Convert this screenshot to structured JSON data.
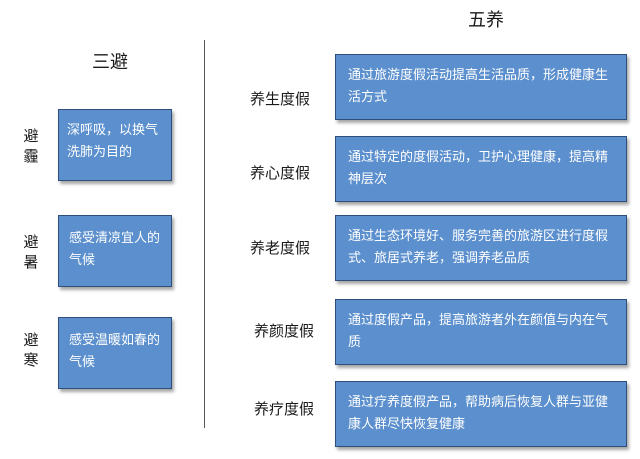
{
  "left": {
    "title": "三避",
    "items": [
      {
        "label": "避霾",
        "text": "深呼吸，以换气洗肺为目的"
      },
      {
        "label": "避暑",
        "text": "感受清凉宜人的气候"
      },
      {
        "label": "避寒",
        "text": "感受温暖如春的气候"
      }
    ]
  },
  "right": {
    "title": "五养",
    "items": [
      {
        "label": "养生度假",
        "text": "通过旅游度假活动提高生活品质，形成健康生活方式"
      },
      {
        "label": "养心度假",
        "text": "通过特定的度假活动，卫护心理健康，提高精神层次"
      },
      {
        "label": "养老度假",
        "text": "通过生态环境好、服务完善的旅游区进行度假式、旅居式养老，强调养老品质"
      },
      {
        "label": "养颜度假",
        "text": "通过度假产品，提高旅游者外在颜值与内在气质"
      },
      {
        "label": "养疗度假",
        "text": "通过疗养度假产品，帮助病后恢复人群与亚健康人群尽快恢复健康"
      }
    ]
  }
}
